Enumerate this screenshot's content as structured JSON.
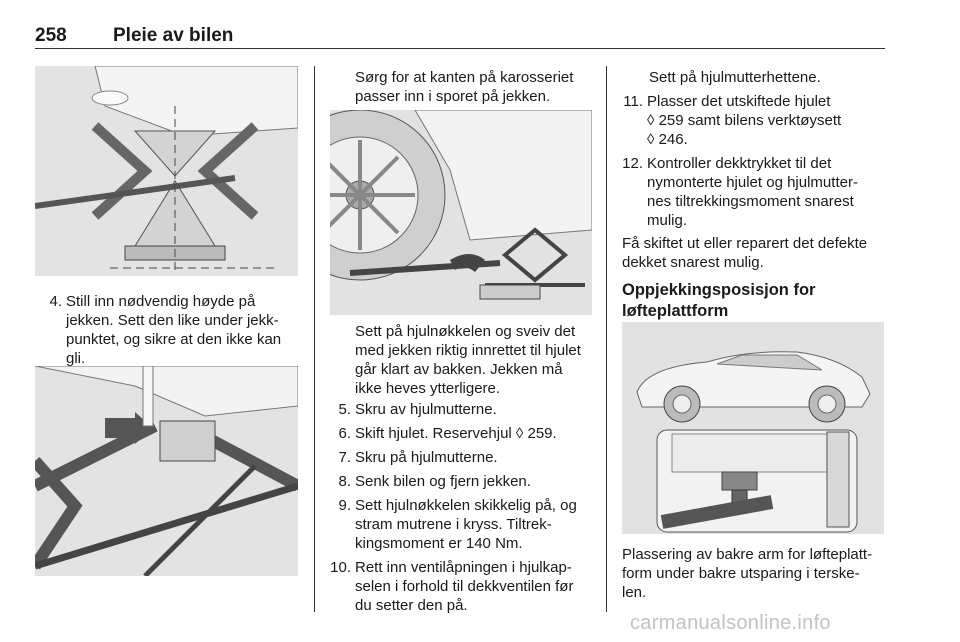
{
  "header": {
    "page_number": "258",
    "title": "Pleie av bilen"
  },
  "col1": {
    "step4_num": "4.",
    "step4_lines": [
      "Still inn nødvendig høyde på",
      "jekken. Sett den like under jekk-",
      "punktet, og sikre at den ikke kan",
      "gli."
    ]
  },
  "col2": {
    "intro_lines": [
      "Sørg for at kanten på karosseriet",
      "passer inn i sporet på jekken."
    ],
    "para_lines": [
      "Sett på hjulnøkkelen og sveiv det",
      "med jekken riktig innrettet til hjulet",
      "går klart av bakken. Jekken må",
      "ikke heves ytterligere."
    ],
    "steps": [
      {
        "num": "5.",
        "lines": [
          "Skru av hjulmutterne."
        ]
      },
      {
        "num": "6.",
        "lines": [
          "Skift hjulet. Reservehjul ◊ 259."
        ]
      },
      {
        "num": "7.",
        "lines": [
          "Skru på hjulmutterne."
        ]
      },
      {
        "num": "8.",
        "lines": [
          "Senk bilen og fjern jekken."
        ]
      },
      {
        "num": "9.",
        "lines": [
          "Sett hjulnøkkelen skikkelig på, og",
          "stram mutrene i kryss. Tiltrek-",
          "kingsmoment er 140 Nm."
        ]
      },
      {
        "num": "10.",
        "lines": [
          "Rett inn ventilåpningen i hjulkap-",
          "selen i forhold til dekkventilen før",
          "du setter den på."
        ]
      }
    ]
  },
  "col3": {
    "top_line": "Sett på hjulmutterhettene.",
    "steps": [
      {
        "num": "11.",
        "lines": [
          "Plasser det utskiftede hjulet",
          "◊ 259 samt bilens verktøysett",
          "◊ 246."
        ]
      },
      {
        "num": "12.",
        "lines": [
          "Kontroller dekktrykket til det",
          "nymonterte hjulet og hjulmutter-",
          "nes tiltrekkingsmoment snarest",
          "mulig."
        ]
      }
    ],
    "note_lines": [
      "Få skiftet ut eller reparert det defekte",
      "dekket snarest mulig."
    ],
    "heading_lines": [
      "Oppjekkingsposisjon for",
      "løfteplattform"
    ],
    "caption_lines": [
      "Plassering av bakre arm for løfteplatt-",
      "form under bakre utsparing i terske-",
      "len."
    ]
  },
  "footer": {
    "watermark": "carmanualsonline.info"
  }
}
